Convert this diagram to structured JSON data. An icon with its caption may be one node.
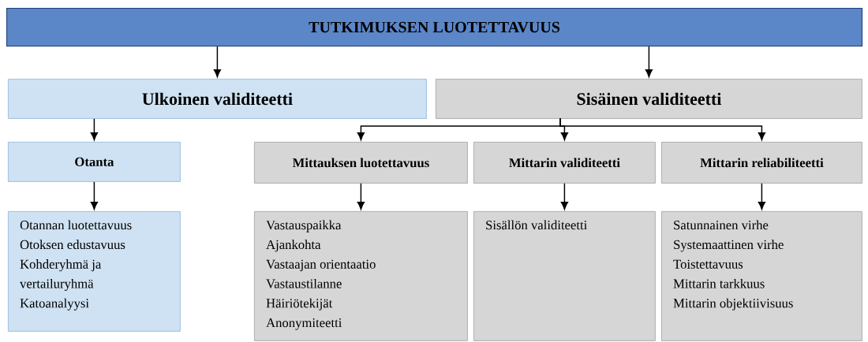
{
  "diagram": {
    "nodes": [
      {
        "text": [
          "TUTKIMUKSEN LUOTETTAVUUS"
        ]
      },
      {
        "text": [
          "Ulkoinen validiteetti"
        ]
      },
      {
        "text": [
          "Sisäinen validiteetti"
        ]
      },
      {
        "text": [
          "Otanta"
        ]
      },
      {
        "text": [
          "Mittauksen luotettavuus"
        ]
      },
      {
        "text": [
          "Mittarin validiteetti"
        ]
      },
      {
        "text": [
          "Mittarin reliabiliteetti"
        ]
      },
      {
        "text": [
          "Otannan luotettavuus",
          "Otoksen edustavuus",
          "Kohderyhmä ja vertailuryhmä",
          "Katoanalyysi"
        ]
      },
      {
        "text": [
          "Vastauspaikka",
          "Ajankohta",
          "Vastaajan orientaatio",
          "Vastaustilanne",
          "Häiriötekijät",
          "Anonymiteetti"
        ]
      },
      {
        "text": [
          "Sisällön validiteetti"
        ]
      },
      {
        "text": [
          "Satunnainen virhe",
          "Systemaattinen virhe",
          "Toistettavuus",
          "Mittarin tarkkuus",
          "Mittarin objektiivisuus"
        ]
      }
    ],
    "edges": [
      {
        "from": 0,
        "to": 1,
        "arrow": "to"
      },
      {
        "from": 0,
        "to": 2,
        "arrow": "to"
      },
      {
        "from": 1,
        "to": 3,
        "arrow": "to"
      },
      {
        "from": 2,
        "to": 4,
        "arrow": "to"
      },
      {
        "from": 2,
        "to": 5,
        "arrow": "to"
      },
      {
        "from": 2,
        "to": 6,
        "arrow": "to"
      },
      {
        "from": 3,
        "to": 7,
        "arrow": "to"
      },
      {
        "from": 4,
        "to": 8,
        "arrow": "to"
      },
      {
        "from": 5,
        "to": 9,
        "arrow": "to"
      },
      {
        "from": 6,
        "to": 10,
        "arrow": "to"
      }
    ]
  }
}
